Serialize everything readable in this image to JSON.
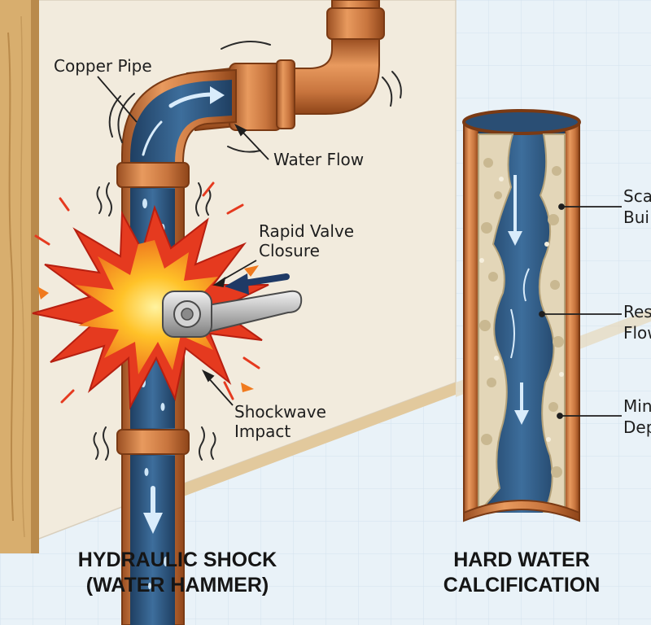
{
  "left_panel": {
    "labels": {
      "copper_pipe": "Copper Pipe",
      "water_flow": "Water Flow",
      "valve_closure_line1": "Rapid Valve",
      "valve_closure_line2": "Closure",
      "shockwave_line1": "Shockwave",
      "shockwave_line2": "Impact"
    },
    "title_line1": "HYDRAULIC SHOCK",
    "title_line2": "(WATER HAMMER)"
  },
  "right_panel": {
    "labels": {
      "scale_line1": "Sca",
      "scale_line2": "Bui",
      "restricted_line1": "Res",
      "restricted_line2": "Flow",
      "mineral_line1": "Min",
      "mineral_line2": "Dep"
    },
    "title_line1": "HARD WATER",
    "title_line2": "CALCIFICATION"
  },
  "colors": {
    "copper": "#c8753e",
    "water": "#2f5a82",
    "wall": "#f2ebdd",
    "scale": "#e3d6b8",
    "explosion_outer": "#e53a1f",
    "explosion_inner": "#ffc228"
  }
}
